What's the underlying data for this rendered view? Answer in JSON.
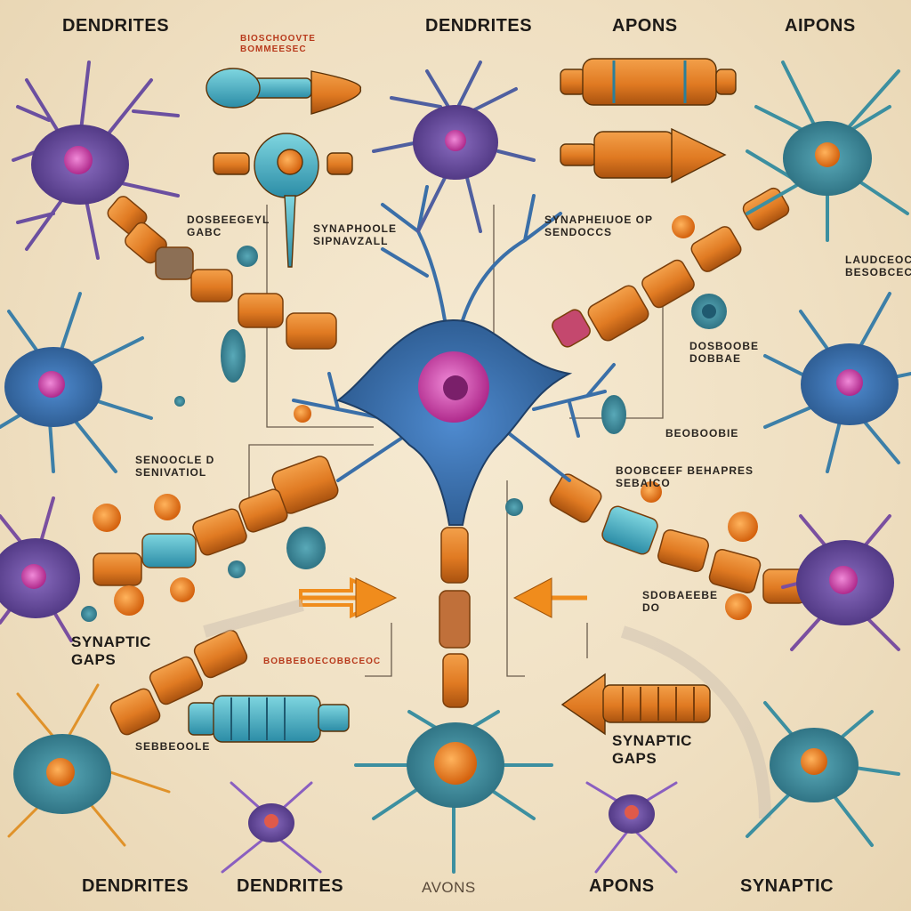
{
  "labels": {
    "top_left": "DENDRITES",
    "top_center": "DENDRITES",
    "top_apons_1": "APONS",
    "top_apons_2": "AIPONS",
    "bottom_1": "DENDRITES",
    "bottom_2": "DENDRITES",
    "bottom_3": "AVONS",
    "bottom_4": "APONS",
    "bottom_5": "SYNAPTIC",
    "synaptic_gaps_left": "SYNAPTIC GAPS",
    "synaptic_gaps_right": "SYNAPTIC GAPS"
  },
  "annotations": {
    "top_red": "BIOSCHOOVTE BOMMEESEC",
    "left_1": "DOSBEEGEYL GABC",
    "center_1": "SYNAPHOOLE SIPNAVZALL",
    "right_1": "SYNAPHEIUOE OP SENDOCCS",
    "right_edge": "LAUDCEOCC BESOBCEC",
    "center_right_1": "DOSBOOBE DOBBAE",
    "left_2": "SENOOCLE D SENIVATIOL",
    "right_2": "BEOBOOBIE",
    "right_3": "BOOBCEEF BEHAPRES SEBAICO",
    "right_4": "SDOBAEEBE DO",
    "bottom_red": "BOBBEBOECOBBCEOC",
    "bottom_left": "SEBBEOOLE"
  },
  "colors": {
    "background": "#f1e3c8",
    "neuron_blue": "#3a6fa8",
    "neuron_purple": "#6b4fa0",
    "teal": "#3c8fa0",
    "myelin_orange": "#e07a22",
    "nucleus_pink": "#d64fb0",
    "arrow_orange": "#f08c1c",
    "text": "#1d1a17"
  }
}
